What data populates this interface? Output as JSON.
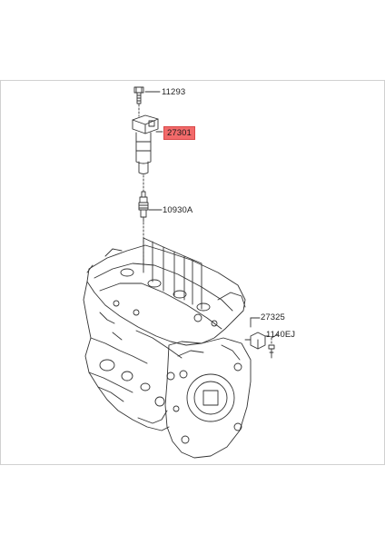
{
  "diagram": {
    "parts": [
      {
        "id": "bolt",
        "part_number": "11293"
      },
      {
        "id": "ignition-coil",
        "part_number": "27301",
        "highlighted": true
      },
      {
        "id": "spark-plug",
        "part_number": "10930A"
      },
      {
        "id": "sensor",
        "part_number": "27325"
      },
      {
        "id": "sensor-bolt",
        "part_number": "1140EJ"
      }
    ],
    "colors": {
      "line": "#333333",
      "highlight": "#f26a6a",
      "border_frame": "#c8c8c8"
    }
  }
}
